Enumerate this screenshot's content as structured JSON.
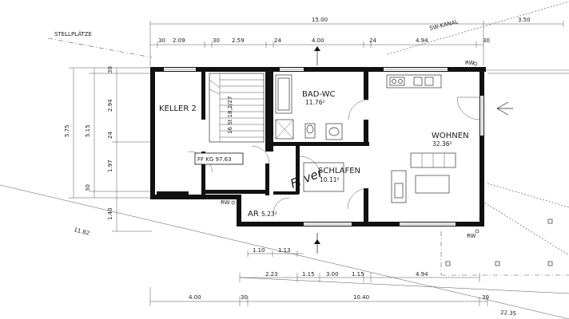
{
  "dimensions": {
    "top_total": "15.00",
    "top_right": "3.50",
    "top_chain": [
      "30",
      "2.09",
      "30",
      "2.59",
      "24",
      "4.00",
      "24",
      "4.94",
      "30"
    ],
    "left_outer": "5.75",
    "left_mid": "5.15",
    "left_inner": [
      "30",
      "2.94",
      "24",
      "1.97",
      "30"
    ],
    "left_lower": "1.40",
    "bottom_small": [
      "1.10",
      "1.13"
    ],
    "bottom_chain": [
      "2.23",
      "1.15",
      "3.00",
      "1.15",
      "4.94"
    ],
    "bottom_total": [
      "4.00",
      "30",
      "10.40",
      "30"
    ],
    "diag_left": "11.82",
    "diag_bottom": "22.35"
  },
  "labels": {
    "parking": "STELLPLÄTZE",
    "sewer": "SW-KANAL",
    "floor_level": "FF KG  97.63",
    "stairs_steps": "16 St 18,2/27",
    "rw": "RW",
    "handwriting": "Fi   ver"
  },
  "rooms": {
    "keller": {
      "name": "KELLER 2",
      "area": ""
    },
    "bad": {
      "name": "BAD-WC",
      "area": "11.76²"
    },
    "wohnen": {
      "name": "WOHNEN",
      "area": "32.36²"
    },
    "schlafen": {
      "name": "SCHLAFEN",
      "area": "10.11²"
    },
    "ar": {
      "name": "AR",
      "area": "5.23²"
    }
  }
}
